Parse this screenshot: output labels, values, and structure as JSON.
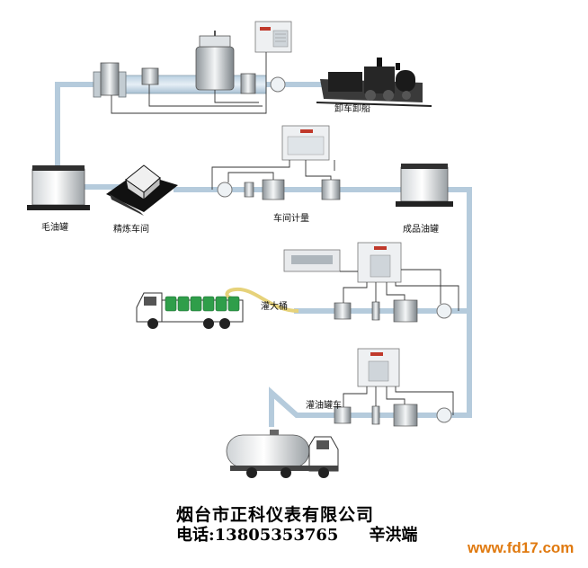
{
  "labels": {
    "unloading": "卸车卸船",
    "crude_tank": "毛油罐",
    "refinery": "精炼车间",
    "workshop_metering": "车间计量",
    "product_tank": "成品油罐",
    "drum_filling": "灌大桶",
    "tanker_filling": "灌油罐车"
  },
  "footer": {
    "company": "烟台市正科仪表有限公司",
    "phone_label": "电话:",
    "phone": "13805353765",
    "contact_name": "辛洪端",
    "website": "www.fd17.com"
  },
  "colors": {
    "pipe": "#cfe0ee",
    "pipe_edge": "#a9c2d6",
    "wire": "#333333",
    "hose": "#e6d27a",
    "truck_cab": "#ffffff",
    "drums": "#2f9e4a",
    "website": "#e07a10"
  },
  "icons": [
    "locomotive-icon",
    "house-icon",
    "storage-tank-icon",
    "flow-meter-icon",
    "flow-controller-icon",
    "pump-icon",
    "control-valve-icon",
    "cargo-truck-icon",
    "tanker-truck-icon"
  ]
}
